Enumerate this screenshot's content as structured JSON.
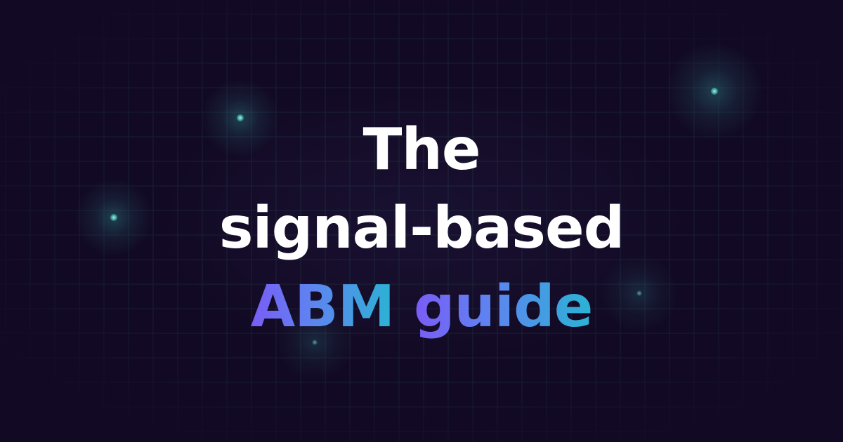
{
  "headline": {
    "line1": "The",
    "line2": "signal-based",
    "line3_part1": "ABM",
    "line3_part2": "guide"
  },
  "colors": {
    "background": "#120a24",
    "grid": "#1c2b3d",
    "text_primary": "#ffffff",
    "accent_gradient_start": "#7a5cf6",
    "accent_gradient_mid": "#5c86f0",
    "accent_gradient_end": "#2bb3d4",
    "glow": "#40c8be"
  }
}
